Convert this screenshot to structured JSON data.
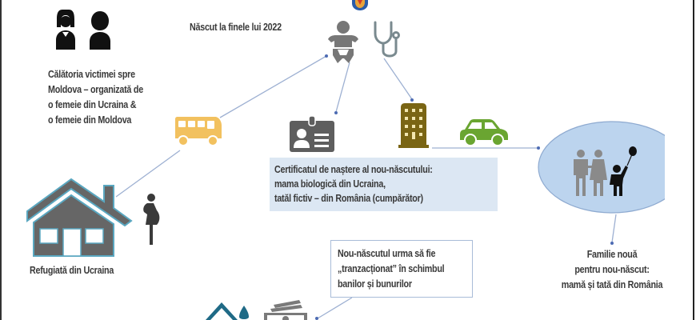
{
  "diagram": {
    "top_caption": "Născut la finele lui 2022",
    "travel_caption": {
      "lines": [
        "Călătoria victimei spre",
        "Moldova – organizată de",
        "o femeie din Ucraina &",
        "o femeie din Moldova"
      ]
    },
    "refugee_caption": "Refugiată din Ucraina",
    "certificate_box": {
      "lines": [
        "Certificatul de naștere al nou-născutului:",
        "mama biologică din Ucraina,",
        "tatăl fictiv – din România (cumpărător)"
      ]
    },
    "trade_box": {
      "lines": [
        "Nou-născutul urma să fie",
        "„tranzacționat” în schimbul",
        "banilor și bunurilor"
      ]
    },
    "family_caption": {
      "lines": [
        "Familie nouă",
        "pentru nou-născut:",
        "mamă și tată din România"
      ]
    },
    "icons": {
      "emblem": "police-emblem-icon",
      "women": "two-women-icon",
      "baby": "baby-icon",
      "stethoscope": "stethoscope-icon",
      "bus": "bus-icon",
      "id_card": "id-card-icon",
      "building": "building-icon",
      "car": "car-icon",
      "family": "family-icon",
      "house": "house-icon",
      "pregnant_woman": "pregnant-woman-icon",
      "property": "property-icon",
      "money": "money-icon"
    },
    "colors": {
      "text": "#3a3a3a",
      "icon_gray": "#6b6b6b",
      "bus_yellow": "#f2c15f",
      "building_olive": "#7a6514",
      "car_green": "#6aa531",
      "ellipse_fill": "#bcd4ee",
      "ellipse_stroke": "#8eaad0",
      "house_outline": "#5aa7c0",
      "property_teal": "#1f6a86",
      "arrow": "#8fa4cc",
      "cert_box_bg": "#dce7f3"
    }
  }
}
